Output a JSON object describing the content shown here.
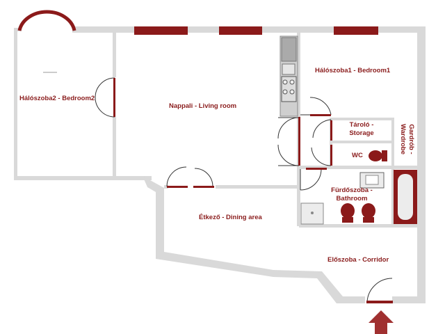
{
  "rooms": {
    "bedroom2": "Hálószoba2 - Bedroom2",
    "living": "Nappali - Living room",
    "bedroom1": "Hálószoba1 - Bedroom1",
    "storage": [
      "Tároló -",
      "Storage"
    ],
    "wardrobe": [
      "Gardrób -",
      "Wardrobe"
    ],
    "wc": "WC",
    "bathroom": [
      "Fürdőszoba -",
      "Bathroom"
    ],
    "dining": "Étkező - Dining area",
    "corridor": "Előszoba - Corridor"
  },
  "colors": {
    "wall": "#d9d9d9",
    "accent": "#8b1a1a",
    "fixture": "#ececec",
    "label": "#8a1c1c"
  },
  "icons": {
    "entrance": "entrance-arrow-icon"
  }
}
